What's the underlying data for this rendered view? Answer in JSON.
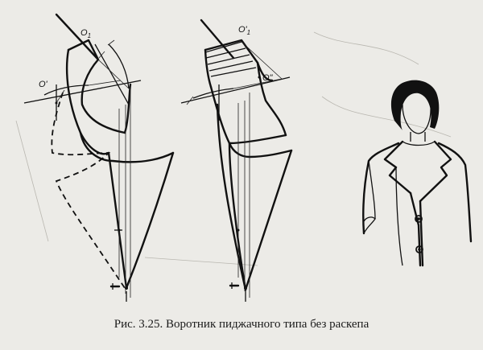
{
  "caption": "Рис. 3.25. Воротник пиджачного типа без раскепа",
  "labels": {
    "o1_left": "O",
    "o1_left_sub": "1",
    "o_prime_left": "O'",
    "o1_right": "O'",
    "o1_right_sub": "1",
    "o_double_prime_right": "O\""
  }
}
